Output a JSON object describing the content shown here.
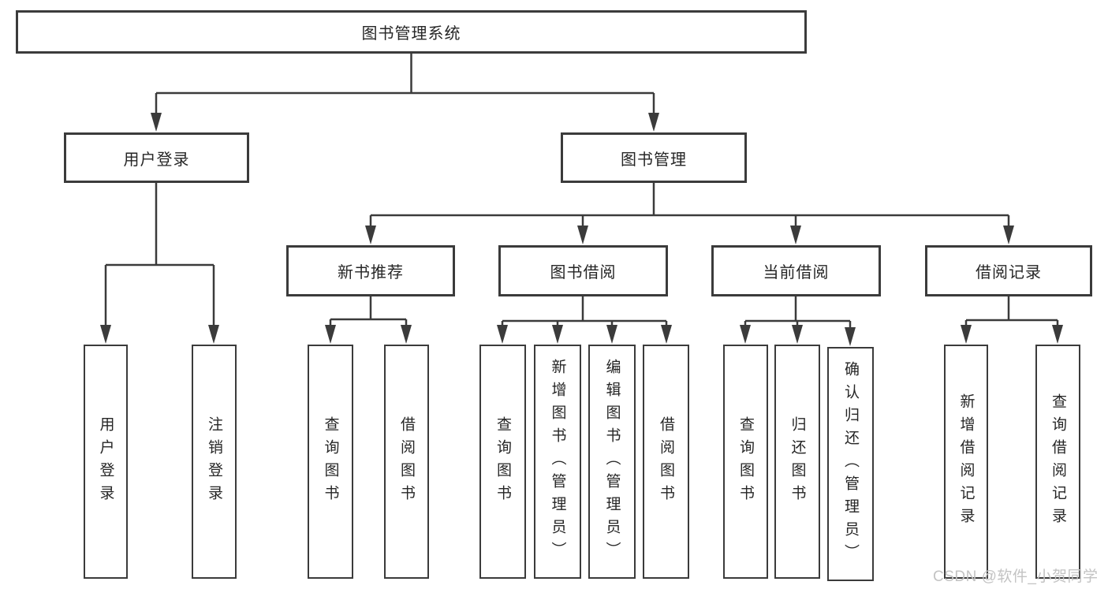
{
  "tree": {
    "root": "图书管理系统",
    "login": {
      "label": "用户登录",
      "leaves": [
        "用户登录",
        "注销登录"
      ]
    },
    "management": {
      "label": "图书管理",
      "groups": [
        {
          "label": "新书推荐",
          "leaves": [
            "查询图书",
            "借阅图书"
          ]
        },
        {
          "label": "图书借阅",
          "leaves": [
            "查询图书",
            "新增图书（管理员）",
            "编辑图书（管理员）",
            "借阅图书"
          ]
        },
        {
          "label": "当前借阅",
          "leaves": [
            "查询图书",
            "归还图书",
            "确认归还（管理员）"
          ]
        },
        {
          "label": "借阅记录",
          "leaves": [
            "新增借阅记录",
            "查询借阅记录"
          ]
        }
      ]
    }
  },
  "watermark": "CSDN @软件_小贺同学",
  "colors": {
    "line": "#3b3b3b",
    "text": "#262626",
    "watermark": "#c3c3c3",
    "background": "#ffffff"
  }
}
